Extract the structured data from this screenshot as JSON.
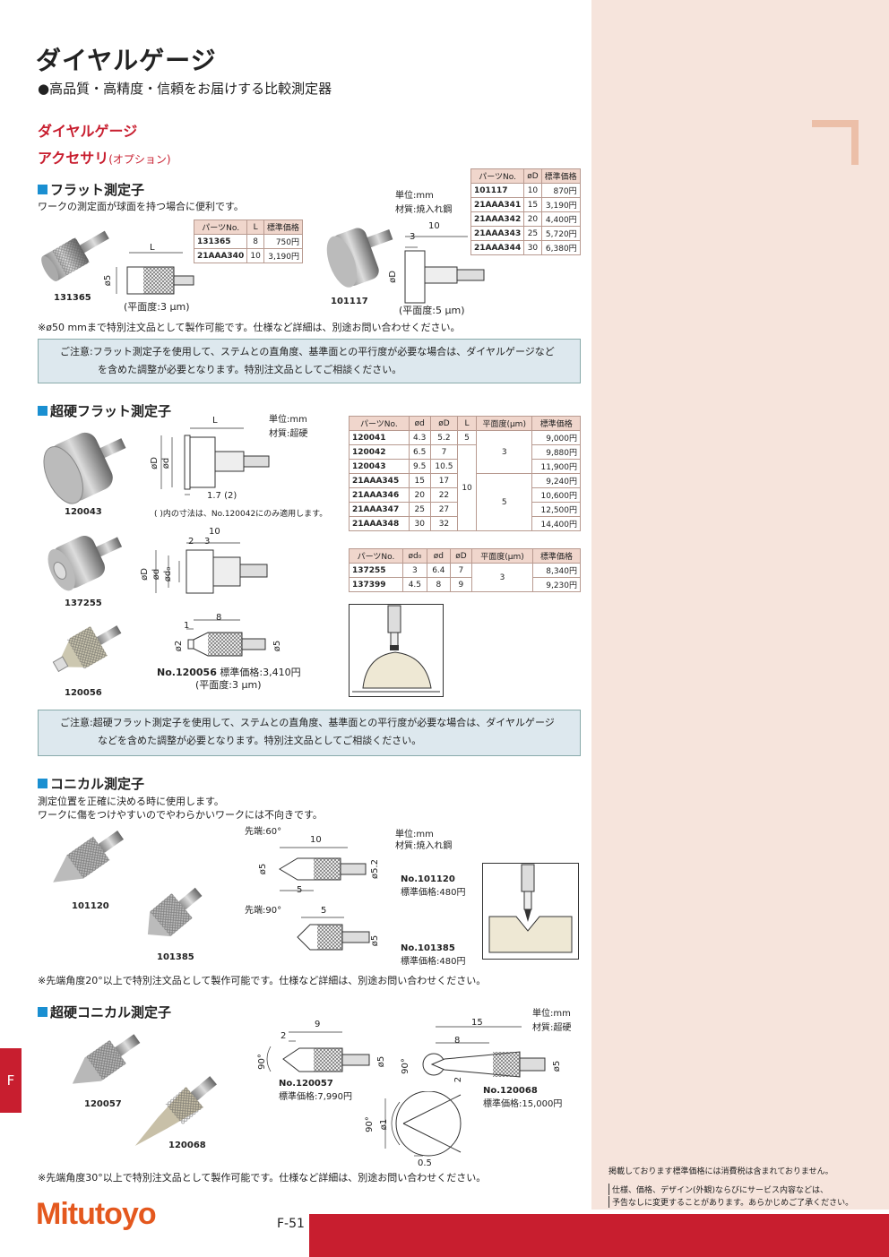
{
  "header": {
    "title": "ダイヤルゲージ",
    "subtitle": "●高品質・高精度・信頼をお届けする比較測定器",
    "category": "ダイヤルゲージ",
    "section_main": "アクセサリ",
    "section_sub": "(オプション)"
  },
  "flat": {
    "title": "フラット測定子",
    "desc": "ワークの測定面が球面を持つ場合に便利です。",
    "t1_head": [
      "パーツNo.",
      "L",
      "標準価格"
    ],
    "t1": [
      [
        "131365",
        "8",
        "750円"
      ],
      [
        "21AAA340",
        "10",
        "3,190円"
      ]
    ],
    "t2_head": [
      "パーツNo.",
      "øD",
      "標準価格"
    ],
    "t2": [
      [
        "101117",
        "10",
        "870円"
      ],
      [
        "21AAA341",
        "15",
        "3,190円"
      ],
      [
        "21AAA342",
        "20",
        "4,400円"
      ],
      [
        "21AAA343",
        "25",
        "5,720円"
      ],
      [
        "21AAA344",
        "30",
        "6,380円"
      ]
    ],
    "unit": "単位:mm",
    "material": "材質:焼入れ鋼",
    "p1": "131365",
    "p2": "101117",
    "flat1": "(平面度:3 μm)",
    "flat2": "(平面度:5 μm)",
    "dimL": "L",
    "dim5": "ø5",
    "dim10": "10",
    "dim3": "3",
    "dimD": "øD",
    "footnote": "※ø50 mmまで特別注文品として製作可能です。仕様など詳細は、別途お問い合わせください。",
    "caution1": "ご注意:フラット測定子を使用して、ステムとの直角度、基準面との平行度が必要な場合は、ダイヤルゲージなど",
    "caution2": "を含めた調整が必要となります。特別注文品としてご相談ください。"
  },
  "carbide_flat": {
    "title": "超硬フラット測定子",
    "unit": "単位:mm",
    "material": "材質:超硬",
    "t1_head": [
      "パーツNo.",
      "ød",
      "øD",
      "L",
      "平面度(μm)",
      "標準価格"
    ],
    "t1": [
      [
        "120041",
        "4.3",
        "5.2",
        "5",
        "3",
        "9,000円"
      ],
      [
        "120042",
        "6.5",
        "7",
        "",
        "",
        "9,880円"
      ],
      [
        "120043",
        "9.5",
        "10.5",
        "10",
        "",
        "11,900円"
      ],
      [
        "21AAA345",
        "15",
        "17",
        "",
        "5",
        "9,240円"
      ],
      [
        "21AAA346",
        "20",
        "22",
        "",
        "",
        "10,600円"
      ],
      [
        "21AAA347",
        "25",
        "27",
        "",
        "",
        "12,500円"
      ],
      [
        "21AAA348",
        "30",
        "32",
        "",
        "",
        "14,400円"
      ]
    ],
    "t2_head": [
      "パーツNo.",
      "ød₀",
      "ød",
      "øD",
      "平面度(μm)",
      "標準価格"
    ],
    "t2": [
      [
        "137255",
        "3",
        "6.4",
        "7",
        "3",
        "8,340円"
      ],
      [
        "137399",
        "4.5",
        "8",
        "9",
        "",
        "9,230円"
      ]
    ],
    "p1": "120043",
    "p2": "137255",
    "p3": "120056",
    "note_dim": "( )内の寸法は、No.120042にのみ適用します。",
    "dimL": "L",
    "dimd": "ød",
    "dimD": "øD",
    "dim17": "1.7 (2)",
    "dim10": "10",
    "dim2": "2",
    "dim3": "3",
    "dimd0": "ød₀",
    "dim1": "1",
    "dim8": "8",
    "dimd2": "ø2",
    "dim5": "ø5",
    "p3_no": "No.120056",
    "p3_price": "標準価格:3,410円",
    "p3_flat": "(平面度:3 μm)",
    "caution1": "ご注意:超硬フラット測定子を使用して、ステムとの直角度、基準面との平行度が必要な場合は、ダイヤルゲージ",
    "caution2": "などを含めた調整が必要となります。特別注文品としてご相談ください。"
  },
  "conical": {
    "title": "コニカル測定子",
    "desc1": "測定位置を正確に決める時に使用します。",
    "desc2": "ワークに傷をつけやすいのでやわらかいワークには不向きです。",
    "tip1": "先端:60°",
    "tip2": "先端:90°",
    "unit": "単位:mm",
    "material": "材質:焼入れ鋼",
    "p1": "101120",
    "p2": "101385",
    "n1": "No.101120",
    "price1": "標準価格:480円",
    "n2": "No.101385",
    "price2": "標準価格:480円",
    "dim10": "10",
    "dim5": "5",
    "dim52": "ø5.2",
    "dimd5": "ø5",
    "footnote": "※先端角度20°以上で特別注文品として製作可能です。仕様など詳細は、別途お問い合わせください。"
  },
  "carbide_conical": {
    "title": "超硬コニカル測定子",
    "unit": "単位:mm",
    "material": "材質:超硬",
    "p1": "120057",
    "p2": "120068",
    "n1": "No.120057",
    "price1": "標準価格:7,990円",
    "n2": "No.120068",
    "price2": "標準価格:15,000円",
    "dim9": "9",
    "dim2": "2",
    "dim90": "90°",
    "dimd5": "ø5",
    "dim15": "15",
    "dim8": "8",
    "dimd1": "ø1",
    "dim05": "0.5",
    "footnote": "※先端角度30°以上で特別注文品として製作可能です。仕様など詳細は、別途お問い合わせください。"
  },
  "footer": {
    "logo": "Mitutoyo",
    "page": "F-51",
    "tab": "F",
    "disclaimer1": "掲載しております標準価格には消費税は含まれておりません。",
    "disclaimer2": "仕様、価格、デザイン(外観)ならびにサービス内容などは、",
    "disclaimer3": "予告なしに変更することがあります。あらかじめご了承ください。"
  }
}
